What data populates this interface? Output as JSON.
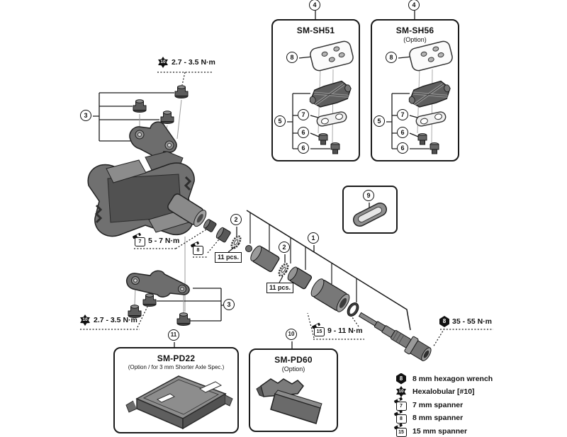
{
  "callouts": {
    "n1": "1",
    "n2": "2",
    "n3": "3",
    "n4": "4",
    "n5": "5",
    "n6": "6",
    "n7": "7",
    "n8": "8",
    "n9": "9",
    "n10": "10",
    "n11": "11"
  },
  "boxes": {
    "sh51": {
      "title": "SM-SH51"
    },
    "sh56": {
      "title": "SM-SH56",
      "subtitle": "(Option)"
    },
    "pd22": {
      "title": "SM-PD22",
      "subtitle": "(Option / for 3 mm Shorter Axle Spec.)"
    },
    "pd60": {
      "title": "SM-PD60",
      "subtitle": "(Option)"
    }
  },
  "torque_labels": {
    "cage_top": {
      "tool": "hexalobular",
      "tool_size": "10",
      "value": "2.7 - 3.5 N·m"
    },
    "cage_bottom": {
      "tool": "hexalobular",
      "tool_size": "10",
      "value": "2.7 - 3.5 N·m"
    },
    "cone": {
      "tool": "spanner",
      "tool_size": "7",
      "value": "5 - 7 N·m"
    },
    "locknut": {
      "tool": "spanner",
      "tool_size": "8"
    },
    "axle_nut": {
      "tool": "spanner",
      "tool_size": "15",
      "value": "9 - 11 N·m"
    },
    "axle_install": {
      "tool": "hexagon-wrench",
      "tool_size": "8",
      "value": "35 - 55 N·m"
    }
  },
  "quantity_labels": {
    "bearing_upper": "11 pcs.",
    "bearing_lower": "11 pcs."
  },
  "legend": {
    "items": [
      {
        "icon": "hexagon-wrench-icon",
        "size": "8",
        "label": "8 mm hexagon wrench"
      },
      {
        "icon": "hexalobular-icon",
        "size": "10",
        "label": "Hexalobular [#10]"
      },
      {
        "icon": "spanner-icon",
        "size": "7",
        "label": "7 mm spanner"
      },
      {
        "icon": "spanner-icon",
        "size": "8",
        "label": "8 mm spanner"
      },
      {
        "icon": "spanner-icon",
        "size": "15",
        "label": "15 mm spanner"
      }
    ]
  }
}
